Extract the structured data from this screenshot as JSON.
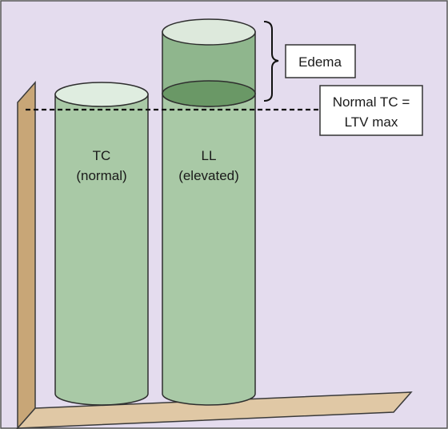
{
  "diagram": {
    "cylinders": [
      {
        "line1": "TC",
        "line2": "(normal)"
      },
      {
        "line1": "LL",
        "line2": "(elevated)"
      }
    ],
    "edema_label": "Edema",
    "reference_label": {
      "line1": "Normal TC =",
      "line2": "LTV max"
    }
  },
  "colors": {
    "background": "#e4dcee",
    "cylinder_fill": "#a9c9a6",
    "cylinder_top": "#dfede0",
    "edema_fill": "#8fb68d",
    "edema_top": "#dde9dc",
    "tc_top": "#6a9866",
    "platform": "#c8a677"
  }
}
